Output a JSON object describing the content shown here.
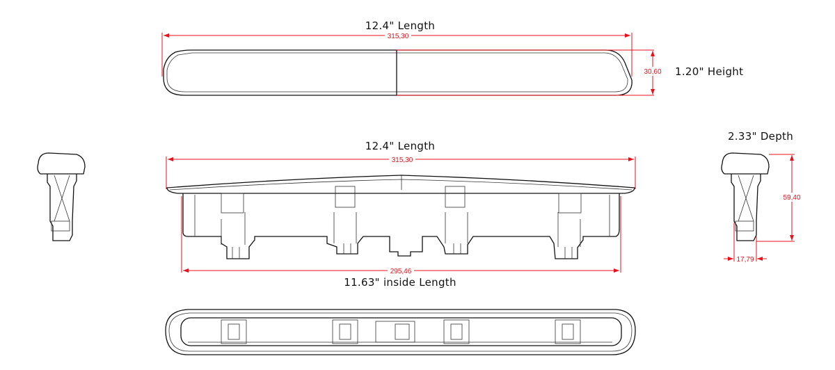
{
  "top_view": {
    "title": "12.4\" Length",
    "length_dim": "315,30",
    "height_dim": "30,60",
    "height_label": "1.20\" Height"
  },
  "front_view": {
    "title": "12.4\" Length",
    "length_dim": "315,30",
    "inside_dim": "295,46",
    "inside_label": "11.63\" inside Length"
  },
  "side_view": {
    "depth_label": "2.33\" Depth",
    "height_dim": "59,40",
    "depth_dim": "17,79"
  },
  "colors": {
    "dimension": "#e8101a",
    "outline": "#111111"
  }
}
